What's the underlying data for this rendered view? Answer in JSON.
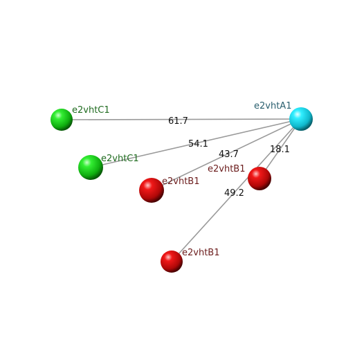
{
  "colors": {
    "green": "#16c716",
    "cyan": "#14d6e8",
    "red": "#d80f0f",
    "green_label": "#1f6b1f",
    "cyan_label": "#2a5f6e",
    "red_label": "#6b1c1c",
    "edge": "#9a9a9a"
  },
  "nodes": [
    {
      "id": "A1",
      "label": "e2vhtA1",
      "color": "cyan"
    },
    {
      "id": "C1a",
      "label": "e2vhtC1",
      "color": "green"
    },
    {
      "id": "C1b",
      "label": "e2vhtC1",
      "color": "green"
    },
    {
      "id": "B1a",
      "label": "e2vhtB1",
      "color": "red"
    },
    {
      "id": "B1b",
      "label": "e2vhtB1",
      "color": "red"
    },
    {
      "id": "B1c",
      "label": "e2vhtB1",
      "color": "red"
    }
  ],
  "edges": [
    {
      "from": "A1",
      "to": "C1a",
      "distance": "61.7"
    },
    {
      "from": "A1",
      "to": "C1b",
      "distance": "54.1"
    },
    {
      "from": "A1",
      "to": "B1a",
      "distance": "43.7"
    },
    {
      "from": "A1",
      "to": "B1b",
      "distance": "18.1"
    },
    {
      "from": "A1",
      "to": "B1c",
      "distance": "49.2"
    }
  ]
}
